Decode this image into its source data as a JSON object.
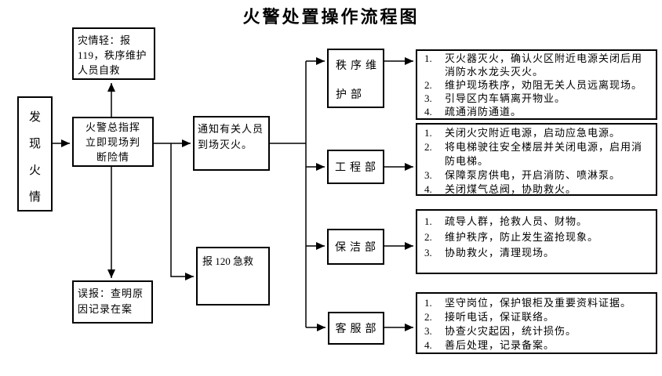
{
  "title": "火警处置操作流程图",
  "colors": {
    "line": "#000000",
    "border": "#000000",
    "background": "#ffffff",
    "text": "#000000"
  },
  "nodes": {
    "discover": {
      "label": "发现火情"
    },
    "light": {
      "label": "灾情轻：报119，秩序维护人员自救"
    },
    "commander": {
      "label": "火警总指挥立即现场判断险情"
    },
    "false_alarm": {
      "label": "误报：查明原因记录在案"
    },
    "notify": {
      "label": "通知有关人员到场灭火。"
    },
    "call120": {
      "label": "报 120 急救"
    }
  },
  "departments": [
    {
      "name": "秩序维护部",
      "duties": [
        {
          "n": "1.",
          "text": "灭火器灭火，确认火区附近电源关闭后用消防水水龙头灭火。"
        },
        {
          "n": "2.",
          "text": "维护现场秩序，劝阻无关人员远离现场。"
        },
        {
          "n": "3.",
          "text": "引导区内车辆离开物业。"
        },
        {
          "n": "4.",
          "text": "疏通消防通道。"
        }
      ]
    },
    {
      "name": "工程部",
      "duties": [
        {
          "n": "1.",
          "text": "关闭火灾附近电源，启动应急电源。"
        },
        {
          "n": "2.",
          "text": "将电梯驶往安全楼层并关闭电源，启用消防电梯。"
        },
        {
          "n": "3.",
          "text": "保障泵房供电，开启消防、喷淋泵。"
        },
        {
          "n": "4.",
          "text": "关闭煤气总阀，协助救火。"
        }
      ]
    },
    {
      "name": "保洁部",
      "duties": [
        {
          "n": "1.",
          "text": "疏导人群，抢救人员、财物。"
        },
        {
          "n": "2.",
          "text": "维护秩序，防止发生盗抢现象。"
        },
        {
          "n": "3.",
          "text": "协助救火，清理现场。"
        }
      ]
    },
    {
      "name": "客服部",
      "duties": [
        {
          "n": "1.",
          "text": "坚守岗位，保护银柜及重要资料证据。"
        },
        {
          "n": "2.",
          "text": "接听电话，保证联络。"
        },
        {
          "n": "3.",
          "text": "协查火灾起因，统计损伤。"
        },
        {
          "n": "4.",
          "text": "善后处理，记录备案。"
        }
      ]
    }
  ]
}
